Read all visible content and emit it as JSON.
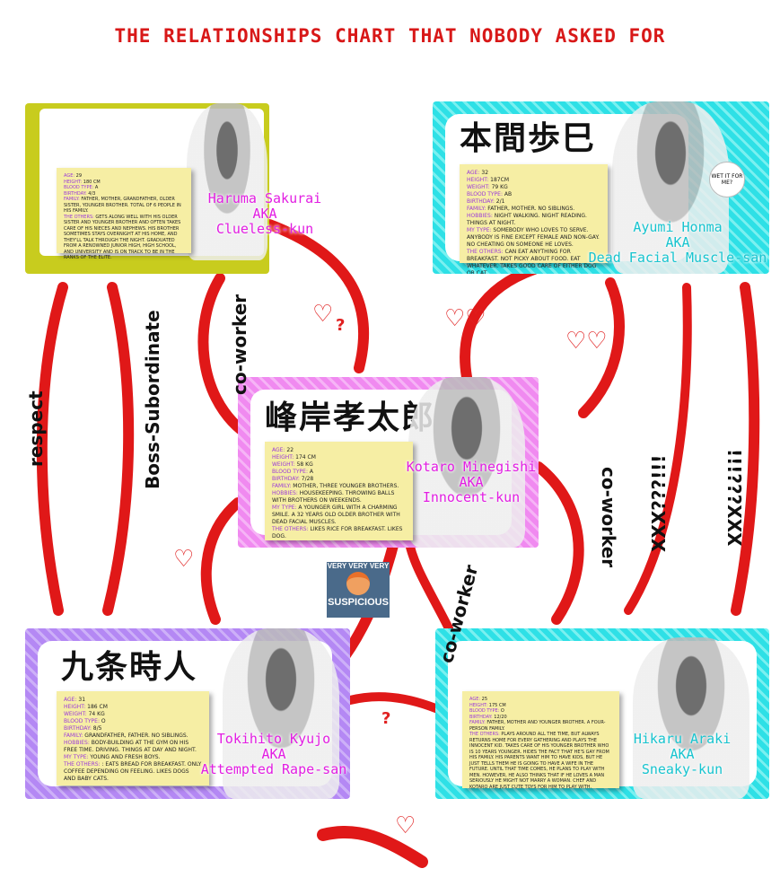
{
  "title": "THE RELATIONSHIPS CHART THAT NOBODY ASKED FOR",
  "characters": [
    {
      "id": "haruma",
      "name": "Haruma Sakurai",
      "aka": "AKA",
      "nickname": "Clueless-kun",
      "info": [
        "AGE: 29",
        "HEIGHT: 180 CM",
        "BLOOD TYPE: A",
        "BIRTHDAY: 4/3",
        "FAMILY: FATHER, MOTHER, GRANDFATHER, OLDER SISTER, YOUNGER BROTHER. TOTAL OF 6 PEOPLE IN HIS FAMILY.",
        "THE OTHERS: GETS ALONG WELL WITH HIS OLDER SISTER AND YOUNGER BROTHER AND OFTEN TAKES CARE OF HIS NIECES AND NEPHEWS. HIS BROTHER SOMETIMES STAYS OVERNIGHT AT HIS HOME, AND THEY'LL TALK THROUGH THE NIGHT. GRADUATED FROM A RENOWNED JUNIOR HIGH, HIGH SCHOOL, AND UNIVERSITY AND IS ON TRACK TO BE IN THE RANKS OF THE ELITE."
      ]
    },
    {
      "id": "ayumi",
      "kanji": "本間歩巳",
      "name": "Ayumi Honma",
      "aka": "AKA",
      "nickname": "Dead Facial Muscle-san",
      "bubble": "WET IT FOR ME?",
      "info": [
        "AGE: 32",
        "HEIGHT: 187CM",
        "WEIGHT: 79 KG",
        "BLOOD TYPE: AB",
        "BIRTHDAY: 2/1",
        "FAMILY: FATHER, MOTHER. NO SIBLINGS.",
        "HOBBIES: NIGHT WALKING. NIGHT READING. THINGS AT NIGHT.",
        "MY TYPE: SOMEBODY WHO LOVES TO SERVE. ANYBODY IS FINE EXCEPT FEMALE AND NON-GAY. NO CHEATING ON SOMEONE HE LOVES.",
        "THE OTHERS: CAN EAT ANYTHING FOR BREAKFAST. NOT PICKY ABOUT FOOD. EAT WHATEVER. TAKES GOOD CARE OF EITHER DOG OR CAT."
      ]
    },
    {
      "id": "kotaro",
      "kanji": "峰岸孝太郎",
      "name": "Kotaro Minegishi",
      "aka": "AKA",
      "nickname": "Innocent-kun",
      "info": [
        "AGE: 22",
        "HEIGHT: 174 CM",
        "WEIGHT: 58 KG",
        "BLOOD TYPE: A",
        "BIRTHDAY: 7/28",
        "FAMILY: MOTHER, THREE YOUNGER BROTHERS.",
        "HOBBIES: HOUSEKEEPING. THROWING BALLS WITH BROTHERS ON WEEKENDS.",
        "MY TYPE: A YOUNGER GIRL WITH A CHARMING SMILE. A 32 YEARS OLD OLDER BROTHER WITH DEAD FACIAL MUSCLES.",
        "THE OTHERS: LIKES RICE FOR BREAKFAST. LIKES DOG."
      ]
    },
    {
      "id": "tokihito",
      "kanji": "九条時人",
      "name": "Tokihito Kyujo",
      "aka": "AKA",
      "nickname": "Attempted Rape-san",
      "info": [
        "AGE: 31",
        "HEIGHT: 186 CM",
        "WEIGHT: 74 KG",
        "BLOOD TYPE: O",
        "BIRTHDAY: 8/5",
        "FAMILY: GRANDFATHER, FATHER. NO SIBLINGS.",
        "HOBBIES: BODY-BUILDING AT THE GYM ON HIS FREE TIME. DRIVING. THINGS AT DAY AND NIGHT.",
        "MY TYPE: YOUNG AND FRESH BOYS.",
        "THE OTHERS: : EATS BREAD FOR BREAKFAST. ONLY COFFEE DEPENDING ON FEELING. LIKES DOGS AND BABY CATS."
      ]
    },
    {
      "id": "hikaru",
      "name": "Hikaru Araki",
      "aka": "AKA",
      "nickname": "Sneaky-kun",
      "info": [
        "AGE: 25",
        "HEIGHT: 175 CM",
        "BLOOD TYPE: O",
        "BIRTHDAY: 12/20",
        "FAMILY: FATHER, MOTHER AND YOUNGER BROTHER. A FOUR-PERSON FAMILY.",
        "THE OTHERS: PLAYS AROUND ALL THE TIME, BUT ALWAYS RETURNS HOME FOR EVERY GATHERING AND PLAYS THE INNOCENT KID. TAKES CARE OF HIS YOUNGER BROTHER WHO IS 10 YEARS YOUNGER. HIDES THE FACT THAT HE'S GAY FROM HIS FAMILY. HIS PARENTS WANT HIM TO HAVE KIDS, BUT HE JUST TELLS THEM HE IS GOING TO HAVE A WIFE IN THE FUTURE. UNTIL THAT TIME COMES, HE PLANS TO PLAY WITH MEN. HOWEVER, HE ALSO THINKS THAT IF HE LOVES A MAN SERIOUSLY HE MIGHT NOT MARRY A WOMAN. CHEF AND KOTARO ARE JUST CUTE TOYS FOR HIM TO PLAY WITH."
      ]
    }
  ],
  "relations": {
    "respect": "respect",
    "boss": "Boss-Subordinate",
    "coworker1": "co-worker",
    "coworker2": "co-worker",
    "coworker3": "co-worker",
    "xxx_left": "XXX???!!!",
    "xxx_right": "!!!???XXX",
    "question1": "?",
    "question2": "?"
  },
  "meme": {
    "top": "VERY VERY VERY",
    "bottom": "SUSPICIOUS"
  },
  "colors": {
    "arrow": "#e01818",
    "title": "#d81818",
    "magenta": "#e21ee2",
    "cyan": "#18c4cf"
  }
}
